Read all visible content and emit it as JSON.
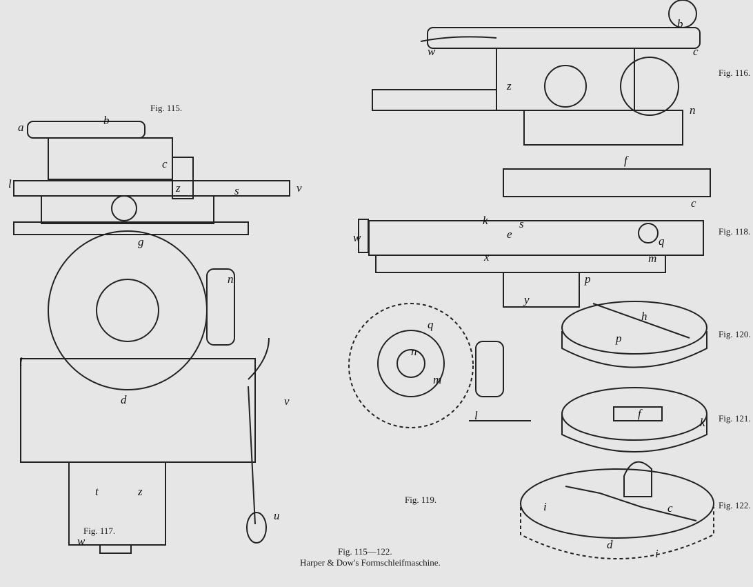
{
  "figures": {
    "fig115": "Fig. 115.",
    "fig116": "Fig. 116.",
    "fig117": "Fig. 117.",
    "fig118": "Fig. 118.",
    "fig119": "Fig. 119.",
    "fig120": "Fig. 120.",
    "fig121": "Fig. 121.",
    "fig122": "Fig. 122."
  },
  "caption": {
    "range": "Fig. 115—122.",
    "title": "Harper & Dow's Formschleifmaschine."
  },
  "labels": {
    "fig115": [
      "a",
      "b",
      "c",
      "z",
      "s",
      "v",
      "l"
    ],
    "fig116": [
      "b",
      "w",
      "c",
      "z",
      "n"
    ],
    "fig117": [
      "g",
      "n",
      "l",
      "d",
      "v",
      "t",
      "z",
      "u",
      "w"
    ],
    "fig118": [
      "f",
      "c",
      "s",
      "k",
      "e",
      "q",
      "m",
      "w",
      "x",
      "p",
      "y"
    ],
    "fig119": [
      "q",
      "n",
      "m",
      "l"
    ],
    "fig120": [
      "h",
      "p"
    ],
    "fig121": [
      "k",
      "f"
    ],
    "fig122": [
      "i",
      "c",
      "d",
      "i"
    ]
  }
}
